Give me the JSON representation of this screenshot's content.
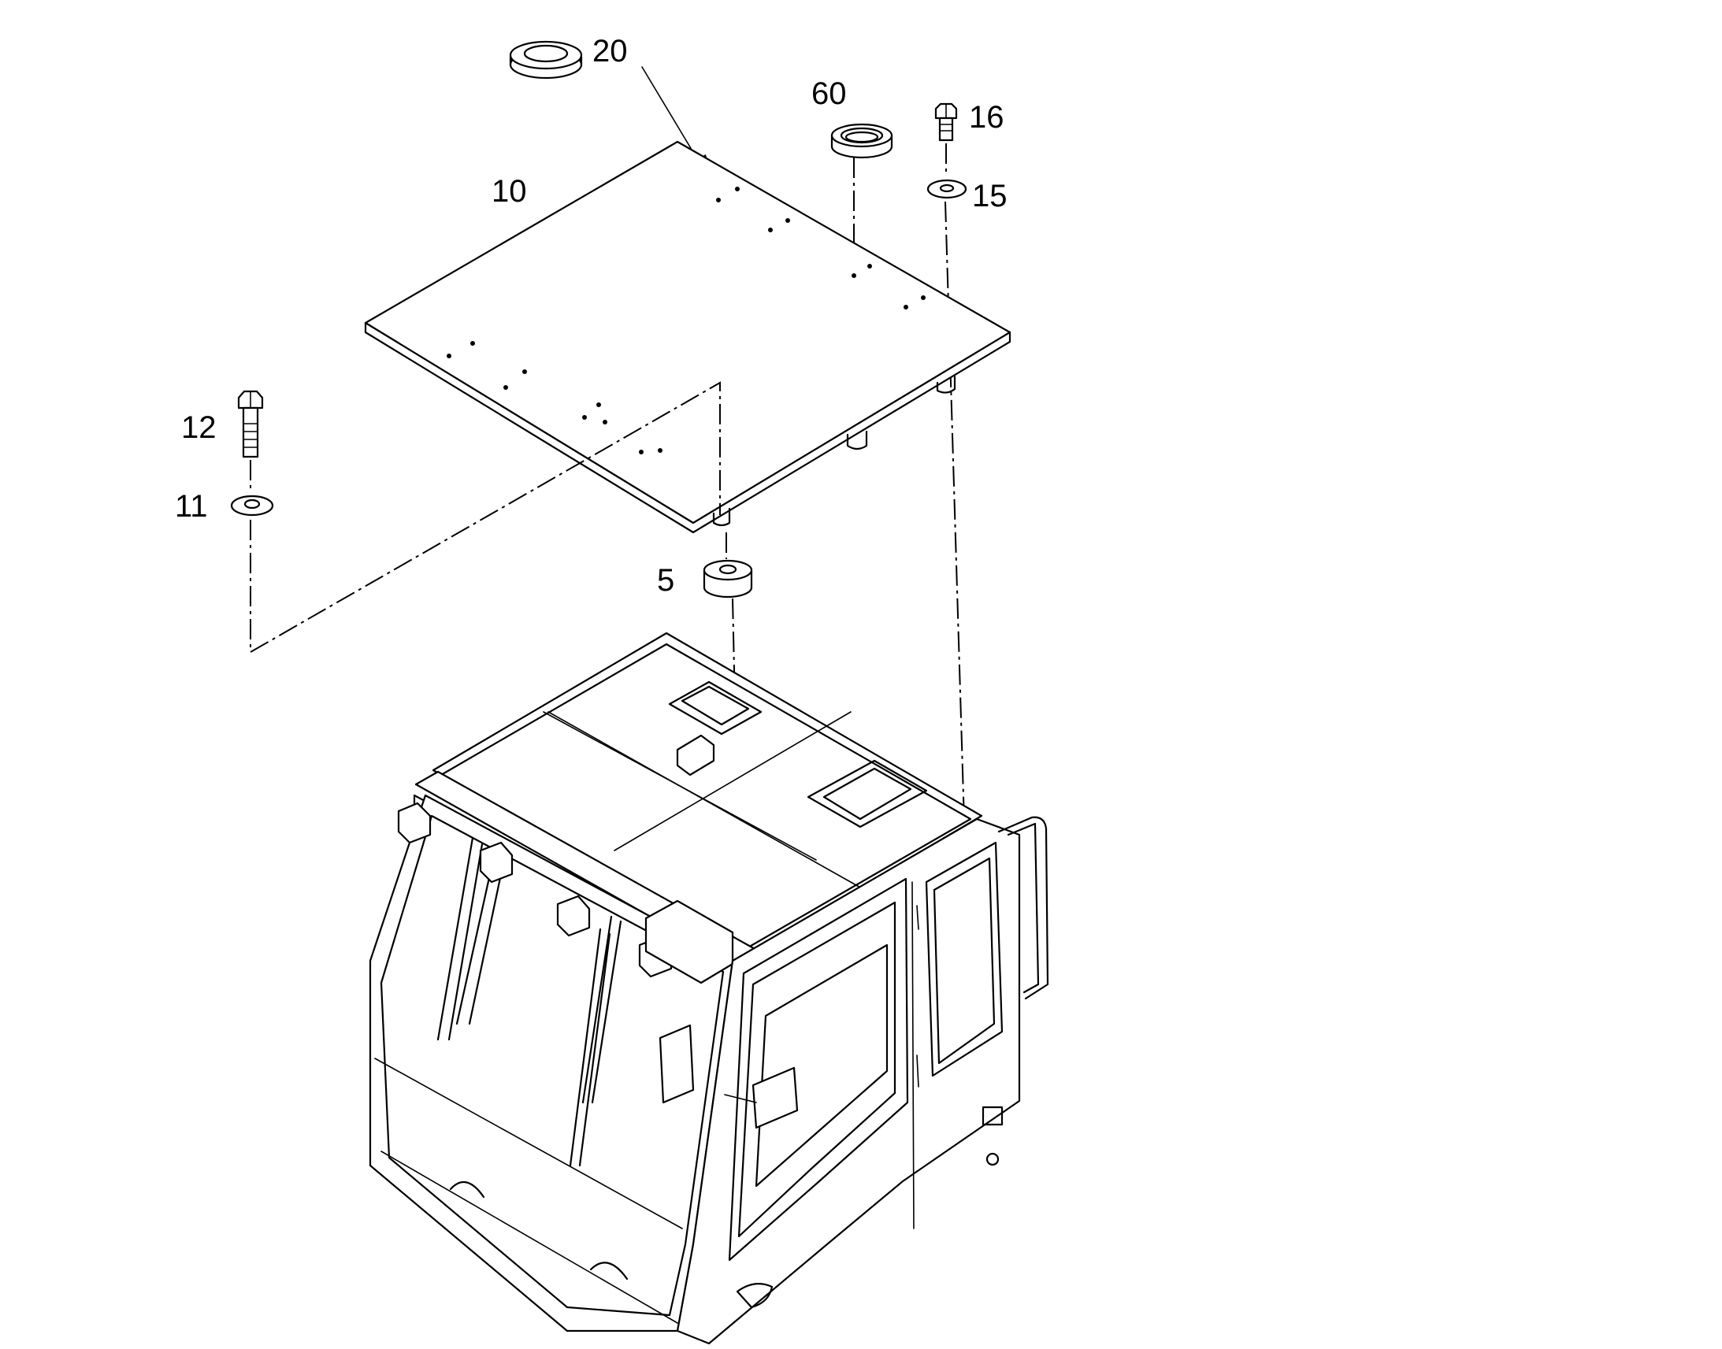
{
  "diagram": {
    "colors": {
      "line": "#000000",
      "background": "#ffffff"
    },
    "callouts": [
      {
        "id": "20",
        "label": "20"
      },
      {
        "id": "60",
        "label": "60"
      },
      {
        "id": "16",
        "label": "16"
      },
      {
        "id": "15",
        "label": "15"
      },
      {
        "id": "10",
        "label": "10"
      },
      {
        "id": "12",
        "label": "12"
      },
      {
        "id": "11",
        "label": "11"
      },
      {
        "id": "5",
        "label": "5"
      }
    ]
  }
}
